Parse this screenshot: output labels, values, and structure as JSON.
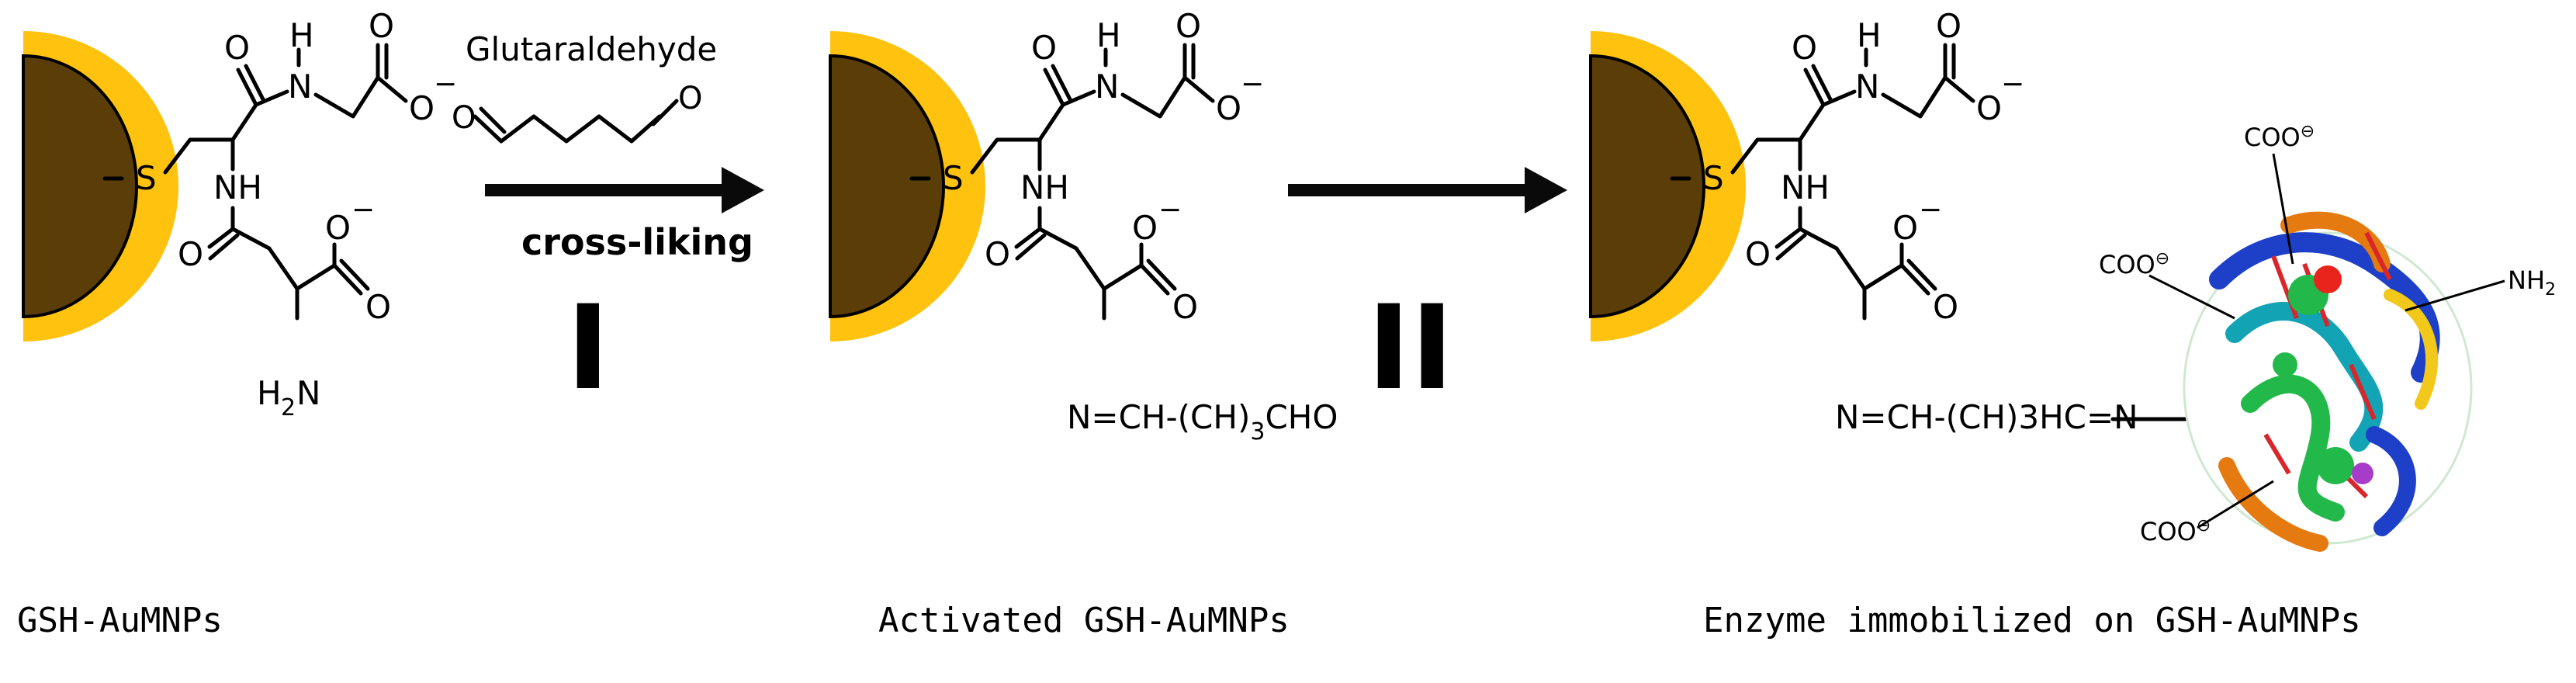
{
  "panels": [
    {
      "caption": "GSH-AuMNPs"
    },
    {
      "caption": "Activated GSH-AuMNPs"
    },
    {
      "caption": "Enzyme immobilized on GSH-AuMNPs"
    }
  ],
  "steps": [
    {
      "reagent": "Glutaraldehyde",
      "label": "cross-liking",
      "numeral": "I"
    },
    {
      "numeral": "II"
    }
  ],
  "atoms": {
    "S": "S",
    "H": "H",
    "O": "O",
    "N": "N",
    "NH": "NH",
    "minus": "−",
    "H2N_H": "H",
    "H2N_2": "2",
    "H2N_N": "N"
  },
  "chains": {
    "activated": {
      "prefix": "N=CH-(CH)",
      "sub": "3",
      "suffix": "CHO"
    },
    "enzyme": "N=CH-(CH)3HC=N"
  },
  "enzyme_labels": {
    "coo": "COO",
    "nh2": "NH",
    "nh2_sub": "2"
  },
  "colors": {
    "gold_shell": "#FFC20E",
    "core": "#5B3E07",
    "aldehyde_oxygen": "#E8241C",
    "arrow": "#0A0A0A",
    "enzyme_palette": [
      "#1E3FC8",
      "#12A3B5",
      "#22B94A",
      "#F2C81A",
      "#E57A10",
      "#D8262B"
    ]
  }
}
